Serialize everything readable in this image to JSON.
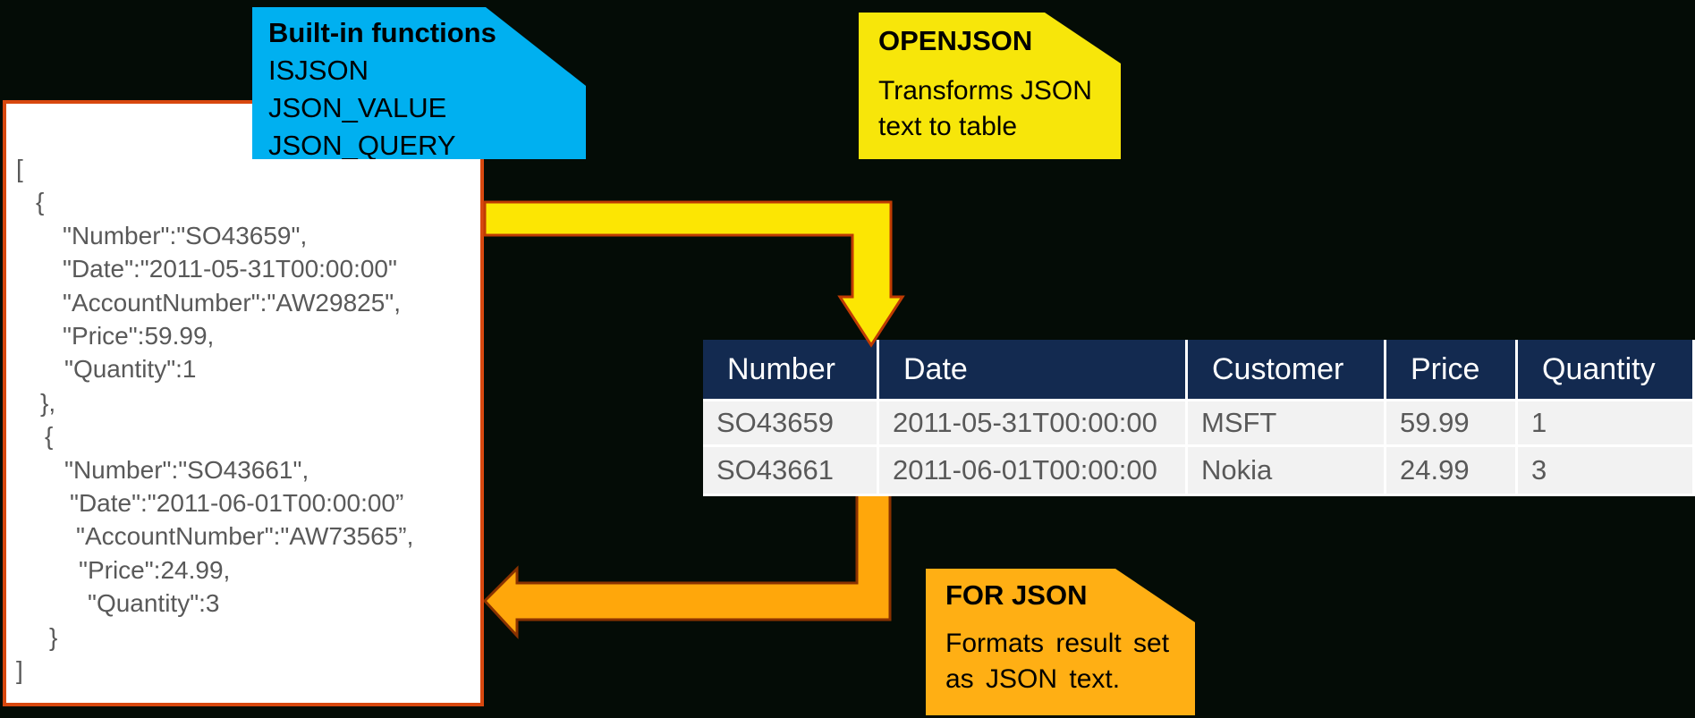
{
  "colors": {
    "background": "#040C06",
    "panel_border": "#D8480F",
    "panel_bg": "#FFFFFF",
    "code_text": "#595959",
    "callout_blue": "#00B0F0",
    "callout_yellow": "#F7E60A",
    "callout_orange": "#FFAF14",
    "arrow_yellow_fill": "#FCE603",
    "arrow_yellow_stroke": "#BF3B03",
    "arrow_orange_fill": "#FFA70B",
    "arrow_orange_stroke": "#8A3200",
    "table_header_bg": "#132A50",
    "table_header_text": "#FFFFFF",
    "table_row_bg": "#F2F2F2",
    "table_row_text": "#595959"
  },
  "callouts": {
    "builtin": {
      "title": "Built-in functions",
      "lines": [
        "ISJSON",
        "JSON_VALUE",
        "JSON_QUERY"
      ]
    },
    "openjson": {
      "title": "OPENJSON",
      "body": [
        "Transforms JSON",
        "text to table"
      ]
    },
    "forjson": {
      "title": "FOR JSON",
      "body": [
        "Formats result set",
        "as JSON text."
      ]
    }
  },
  "json_code": {
    "lines": [
      {
        "text": "[",
        "indent": 11
      },
      {
        "text": "{",
        "indent": 33
      },
      {
        "text": "\"Number\":\"SO43659\",",
        "indent": 63
      },
      {
        "text": "\"Date\":\"2011-05-31T00:00:00\"",
        "indent": 63
      },
      {
        "text": "\"AccountNumber\":\"AW29825\",",
        "indent": 63
      },
      {
        "text": "\"Price\":59.99,",
        "indent": 63
      },
      {
        "text": "\"Quantity\":1",
        "indent": 65
      },
      {
        "text": "},",
        "indent": 38
      },
      {
        "text": "{",
        "indent": 43
      },
      {
        "text": "\"Number\":\"SO43661\",",
        "indent": 65
      },
      {
        "text": "\"Date\":\"2011-06-01T00:00:00”",
        "indent": 71
      },
      {
        "text": "\"AccountNumber\":\"AW73565”,",
        "indent": 78
      },
      {
        "text": "\"Price\":24.99,",
        "indent": 81
      },
      {
        "text": "\"Quantity\":3",
        "indent": 91
      },
      {
        "text": "}",
        "indent": 48
      },
      {
        "text": "]",
        "indent": 11
      }
    ]
  },
  "table": {
    "headers": [
      "Number",
      "Date",
      "Customer",
      "Price",
      "Quantity"
    ],
    "rows": [
      [
        "SO43659",
        "2011-05-31T00:00:00",
        "MSFT",
        "59.99",
        "1"
      ],
      [
        "SO43661",
        "2011-06-01T00:00:00",
        "Nokia",
        "24.99",
        "3"
      ]
    ]
  }
}
